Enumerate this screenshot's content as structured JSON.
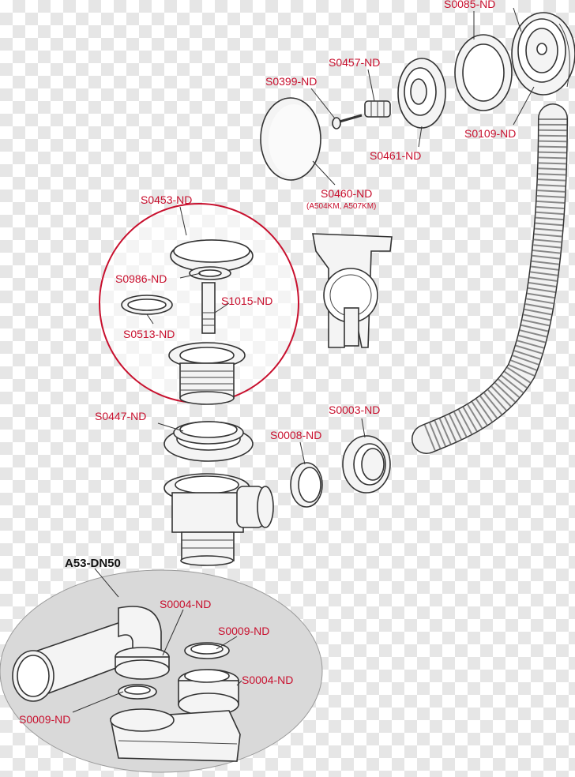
{
  "labels": {
    "S0085": "S0085-ND",
    "S0457": "S0457-ND",
    "S0399": "S0399-ND",
    "S0109": "S0109-ND",
    "S0461": "S0461-ND",
    "S0460": "S0460-ND",
    "S0460_sub": "(A504KM, A507KM)",
    "S0453": "S0453-ND",
    "S0986": "S0986-ND",
    "S1015": "S1015-ND",
    "S0513": "S0513-ND",
    "S0447": "S0447-ND",
    "S0003": "S0003-ND",
    "S0008": "S0008-ND",
    "kit_title": "A53-DN50",
    "S0004_a": "S0004-ND",
    "S0009_a": "S0009-ND",
    "S0004_b": "S0004-ND",
    "S0009_b": "S0009-ND"
  },
  "colors": {
    "label": "#c8102e",
    "outline": "#333333",
    "circle": "#c8102e",
    "kit_bg": "#d9d9d9"
  }
}
